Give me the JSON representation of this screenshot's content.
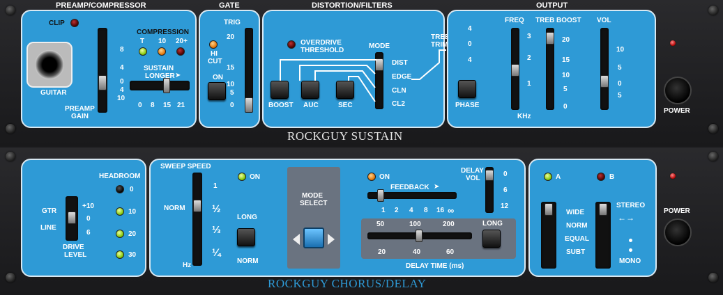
{
  "sustain": {
    "brand": "ROCKGUY SUSTAIN",
    "power_label": "POWER",
    "preamp": {
      "title": "PREAMP/COMPRESSOR",
      "clip": "CLIP",
      "input_label": "GUITAR",
      "gain_label_1": "PREAMP",
      "gain_label_2": "GAIN",
      "gain_scale": [
        "8",
        "4",
        "0",
        "4",
        "10"
      ],
      "compression": "COMPRESSION",
      "compression_leds": [
        "T",
        "10",
        "20+"
      ],
      "sustain_1": "SUSTAIN",
      "sustain_2": "LONGER",
      "sustain_scale": [
        "0",
        "8",
        "15",
        "21"
      ]
    },
    "gate": {
      "title": "GATE",
      "trig": "TRIG",
      "hi_cut_1": "HI",
      "hi_cut_2": "CUT",
      "on": "ON",
      "scale": [
        "20",
        "15",
        "10",
        "5",
        "0"
      ]
    },
    "distortion": {
      "title": "DISTORTION/FILTERS",
      "overdrive_1": "OVERDRIVE",
      "overdrive_2": "THRESHOLD",
      "mode": "MODE",
      "modes": [
        "DIST",
        "EDGE",
        "CLN",
        "CL2"
      ],
      "buttons": [
        "BOOST",
        "AUC",
        "SEC"
      ],
      "treb_1": "TREB",
      "treb_2": "TRIM",
      "treb_scale": [
        "4",
        "0",
        "4"
      ]
    },
    "output": {
      "title": "OUTPUT",
      "freq": "FREQ",
      "freq_scale": [
        "3",
        "2",
        "1"
      ],
      "khz": "KHz",
      "treb_boost": "TREB BOOST",
      "treb_boost_scale": [
        "20",
        "15",
        "10",
        "5",
        "0"
      ],
      "vol": "VOL",
      "vol_scale": [
        "10",
        "5",
        "0",
        "5"
      ],
      "phase": "PHASE"
    }
  },
  "chorus": {
    "brand": "ROCKGUY CHORUS/DELAY",
    "power_label": "POWER",
    "drive": {
      "headroom": "HEADROOM",
      "headroom_values": [
        "0",
        "10",
        "20",
        "30"
      ],
      "gtr": "GTR",
      "line": "LINE",
      "scale": [
        "+10",
        "0",
        "6"
      ],
      "label_1": "DRIVE",
      "label_2": "LEVEL"
    },
    "sweep": {
      "title": "SWEEP SPEED",
      "scale": [
        "1",
        "½",
        "⅓",
        "¼"
      ],
      "norm_left": "NORM",
      "hz": "Hz",
      "on": "ON",
      "long": "LONG",
      "norm": "NORM"
    },
    "mode_select_1": "MODE",
    "mode_select_2": "SELECT",
    "delay": {
      "on": "ON",
      "feedback": "FEEDBACK",
      "feedback_scale": [
        "1",
        "2",
        "4",
        "8",
        "16",
        "∞"
      ],
      "vol_1": "DELAY",
      "vol_2": "VOL",
      "vol_scale": [
        "0",
        "6",
        "12"
      ],
      "time_top": [
        "50",
        "100",
        "200"
      ],
      "time_bottom": [
        "20",
        "40",
        "60"
      ],
      "time_label": "DELAY TIME (ms)",
      "long": "LONG"
    },
    "stereo": {
      "a": "A",
      "b": "B",
      "modes": [
        "WIDE",
        "NORM",
        "EQUAL",
        "SUBT"
      ],
      "stereo": "STEREO",
      "mono": "MONO"
    }
  },
  "colors": {
    "panel_blue": "#2e9ad6",
    "sustain_brand": "#e6e6e6",
    "chorus_brand": "#2e9ad6"
  }
}
